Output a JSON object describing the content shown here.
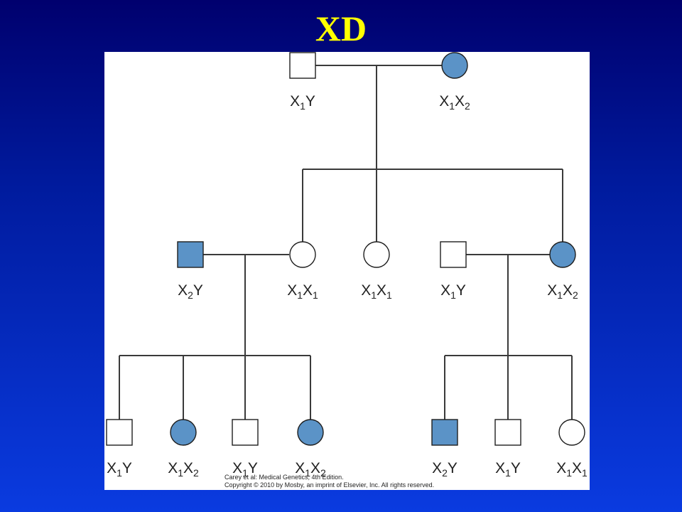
{
  "slide": {
    "title": "XD"
  },
  "pedigree": {
    "colors": {
      "affected": "#5b93c7",
      "unaffected": "#ffffff",
      "line": "#3a3a3a"
    },
    "generations": [
      {
        "id": "I",
        "individuals": [
          {
            "id": "I-1",
            "sex": "male",
            "affected": false,
            "genotype": {
              "a": "X",
              "a_sub": "1",
              "b": "Y",
              "b_sub": ""
            }
          },
          {
            "id": "I-2",
            "sex": "female",
            "affected": true,
            "genotype": {
              "a": "X",
              "a_sub": "1",
              "b": "X",
              "b_sub": "2"
            }
          }
        ]
      },
      {
        "id": "II",
        "individuals": [
          {
            "id": "II-1",
            "sex": "male",
            "affected": true,
            "genotype": {
              "a": "X",
              "a_sub": "2",
              "b": "Y",
              "b_sub": ""
            }
          },
          {
            "id": "II-2",
            "sex": "female",
            "affected": false,
            "genotype": {
              "a": "X",
              "a_sub": "1",
              "b": "X",
              "b_sub": "1"
            }
          },
          {
            "id": "II-3",
            "sex": "female",
            "affected": false,
            "genotype": {
              "a": "X",
              "a_sub": "1",
              "b": "X",
              "b_sub": "1"
            }
          },
          {
            "id": "II-4",
            "sex": "male",
            "affected": false,
            "genotype": {
              "a": "X",
              "a_sub": "1",
              "b": "Y",
              "b_sub": ""
            }
          },
          {
            "id": "II-5",
            "sex": "female",
            "affected": true,
            "genotype": {
              "a": "X",
              "a_sub": "1",
              "b": "X",
              "b_sub": "2"
            }
          }
        ]
      },
      {
        "id": "III",
        "individuals": [
          {
            "id": "III-1",
            "sex": "male",
            "affected": false,
            "genotype": {
              "a": "X",
              "a_sub": "1",
              "b": "Y",
              "b_sub": ""
            }
          },
          {
            "id": "III-2",
            "sex": "female",
            "affected": true,
            "genotype": {
              "a": "X",
              "a_sub": "1",
              "b": "X",
              "b_sub": "2"
            }
          },
          {
            "id": "III-3",
            "sex": "male",
            "affected": false,
            "genotype": {
              "a": "X",
              "a_sub": "1",
              "b": "Y",
              "b_sub": ""
            }
          },
          {
            "id": "III-4",
            "sex": "female",
            "affected": true,
            "genotype": {
              "a": "X",
              "a_sub": "1",
              "b": "X",
              "b_sub": "2"
            }
          },
          {
            "id": "III-5",
            "sex": "male",
            "affected": true,
            "genotype": {
              "a": "X",
              "a_sub": "2",
              "b": "Y",
              "b_sub": ""
            }
          },
          {
            "id": "III-6",
            "sex": "male",
            "affected": false,
            "genotype": {
              "a": "X",
              "a_sub": "1",
              "b": "Y",
              "b_sub": ""
            }
          },
          {
            "id": "III-7",
            "sex": "female",
            "affected": false,
            "genotype": {
              "a": "X",
              "a_sub": "1",
              "b": "X",
              "b_sub": "1"
            }
          }
        ]
      }
    ],
    "credit": {
      "line1": "Carey et al: Medical Genetics, 4th Edition.",
      "line2": "Copyright © 2010 by Mosby, an imprint of Elsevier, Inc. All rights reserved."
    }
  }
}
